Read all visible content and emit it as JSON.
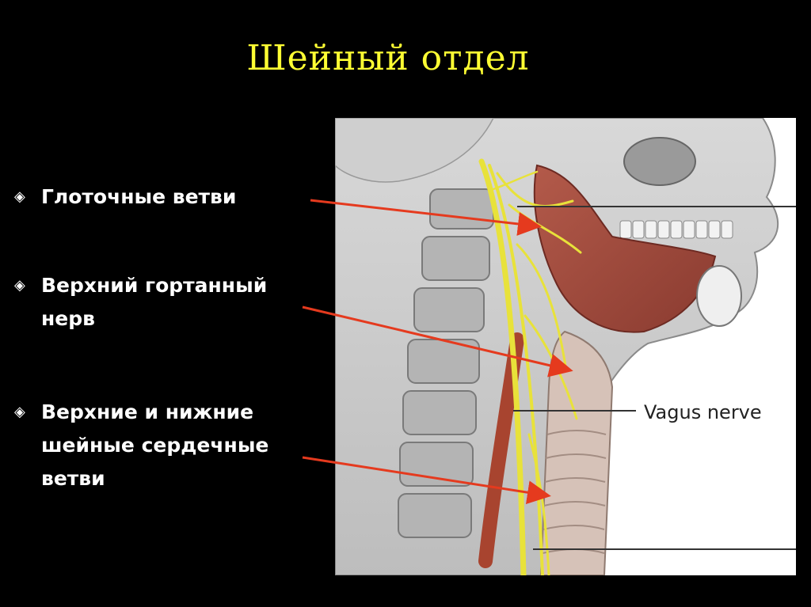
{
  "slide": {
    "title": "Шейный отдел",
    "title_color": "#ffff33",
    "background_color": "#000000",
    "bullet_icon": "diamond-bullet-icon",
    "bullets": [
      {
        "text": "Глоточные ветви"
      },
      {
        "text": "Верхний гортанный нерв"
      },
      {
        "text": "Верхние и нижние шейные сердечные ветви"
      }
    ],
    "figure": {
      "label": "Vagus nerve",
      "nerve_color": "#e8e23a",
      "arrow_color": "#e53a1e"
    }
  }
}
